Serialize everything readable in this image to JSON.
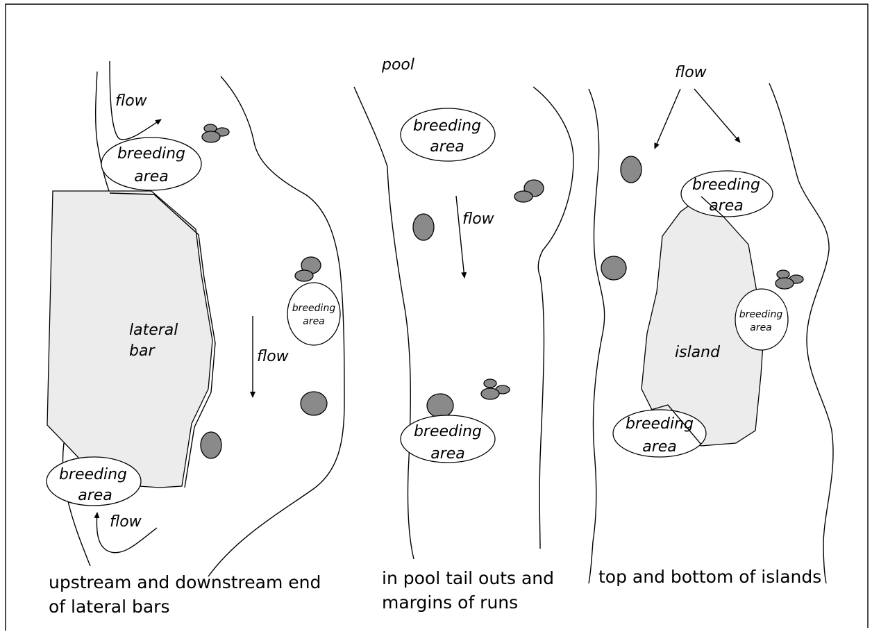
{
  "panels": {
    "left": {
      "flow_top": "flow",
      "flow_mid": "flow",
      "flow_bottom": "flow",
      "breeding_top": [
        "breeding",
        "area"
      ],
      "breeding_side": [
        "breeding",
        "area"
      ],
      "breeding_bottom": [
        "breeding",
        "area"
      ],
      "bar_label": [
        "lateral",
        "bar"
      ],
      "caption": [
        "upstream and downstream end",
        "of lateral bars"
      ]
    },
    "middle": {
      "pool": "pool",
      "flow": "flow",
      "breeding_top": [
        "breeding",
        "area"
      ],
      "breeding_bottom": [
        "breeding",
        "area"
      ],
      "caption": [
        "in pool tail outs and",
        "margins of runs"
      ]
    },
    "right": {
      "flow": "flow",
      "breeding_top": [
        "breeding",
        "area"
      ],
      "breeding_side": [
        "breeding",
        "area"
      ],
      "breeding_bottom": [
        "breeding",
        "area"
      ],
      "island_label": "island",
      "caption": "top and bottom of islands"
    }
  },
  "colors": {
    "bar_fill": "#ececec",
    "rock_fill": "#8a8a8a",
    "line": "#000000"
  }
}
